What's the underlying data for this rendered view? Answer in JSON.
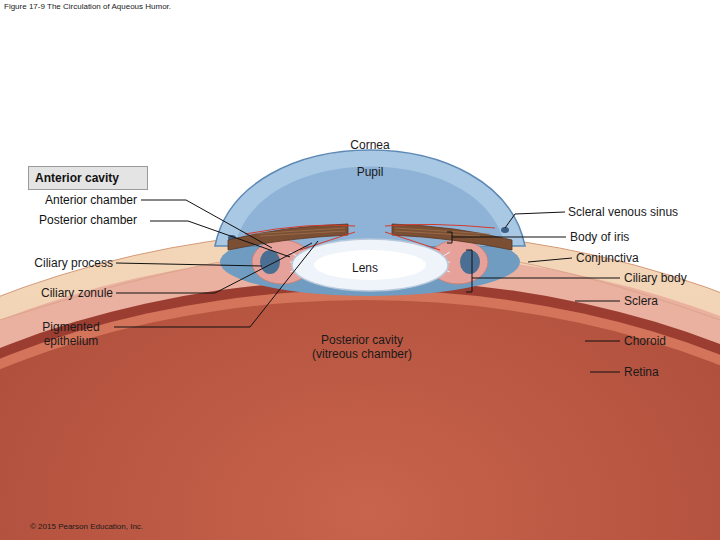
{
  "diagram": {
    "title": "Figure 17-9 The Circulation of Aqueous Humor.",
    "nodes": [
      {
        "text": [
          "Anterior cavity",
          "Anterior chamber",
          "Posterior chamber"
        ]
      }
    ],
    "labels": [
      "Cornea",
      "Pupil",
      "Scleral venous sinus",
      "Body of iris",
      "Ciliary process",
      "Lens",
      "Conjunctiva",
      "Ciliary body",
      "Ciliary zonule",
      "Sclera",
      "Pigmented epithelium",
      "Posterior cavity (vitreous chamber)",
      "Choroid",
      "Retina",
      "© 2015 Pearson Education, Inc."
    ]
  }
}
